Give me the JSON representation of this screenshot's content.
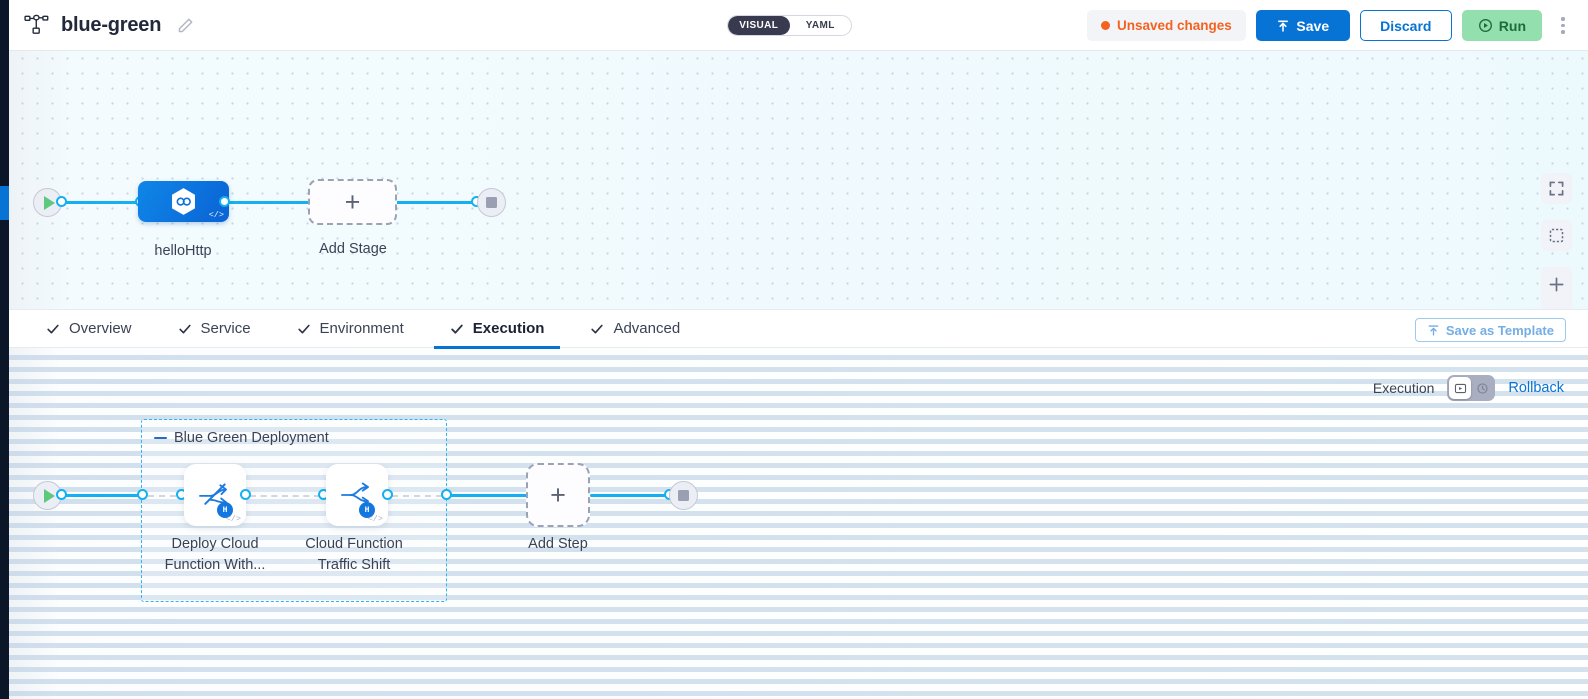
{
  "header": {
    "pipeline_icon": "pipeline-nodes-icon",
    "title": "blue-green",
    "edit_icon": "pencil-icon",
    "mode_toggle": {
      "visual": "VISUAL",
      "yaml": "YAML",
      "selected": "VISUAL"
    },
    "unsaved_label": "Unsaved changes",
    "save_label": "Save",
    "save_icon": "upload-arrow-icon",
    "discard_label": "Discard",
    "run_label": "Run",
    "run_icon": "play-circle-icon",
    "menu_icon": "kebab-menu-icon"
  },
  "top_graph": {
    "start_icon": "play-start-icon",
    "end_icon": "stop-end-icon",
    "stage": {
      "label": "helloHttp",
      "icon": "hexagon-link-icon",
      "badge": "</>"
    },
    "add_stage": {
      "label": "Add Stage",
      "icon": "plus-icon"
    }
  },
  "canvas_controls": {
    "fit_icon": "fullscreen-fit-icon",
    "select_icon": "marquee-select-icon",
    "zoom_in_icon": "plus-icon",
    "zoom_out_icon": "minus-icon"
  },
  "tabs": {
    "items": [
      {
        "label": "Overview",
        "icon": "check-icon",
        "active": false
      },
      {
        "label": "Service",
        "icon": "check-icon",
        "active": false
      },
      {
        "label": "Environment",
        "icon": "check-icon",
        "active": false
      },
      {
        "label": "Execution",
        "icon": "check-icon",
        "active": true
      },
      {
        "label": "Advanced",
        "icon": "check-icon",
        "active": false
      }
    ],
    "save_as_template": {
      "label": "Save as Template",
      "icon": "template-upload-icon"
    }
  },
  "execution_bar": {
    "label": "Execution",
    "toggle": {
      "left_icon": "execution-flow-icon",
      "right_icon": "rollback-clock-icon",
      "selected": "left"
    },
    "rollback_label": "Rollback"
  },
  "bottom_graph": {
    "start_icon": "play-start-icon",
    "end_icon": "stop-end-icon",
    "group": {
      "label": "Blue Green Deployment",
      "marker_icon": "dash-marker-icon",
      "steps": [
        {
          "label": "Deploy Cloud Function With...",
          "icon": "deploy-function-icon",
          "badge": "H",
          "code_badge": "</>"
        },
        {
          "label": "Cloud Function Traffic Shift",
          "icon": "traffic-split-icon",
          "badge": "H",
          "code_badge": "</>"
        }
      ]
    },
    "add_step": {
      "label": "Add Step",
      "icon": "plus-icon"
    }
  },
  "colors": {
    "accent_blue": "#0773d4",
    "edge_blue": "#14b0f2",
    "unsaved_orange": "#f4621f",
    "run_green": "#93dfae",
    "group_border": "#2fb4f0"
  }
}
